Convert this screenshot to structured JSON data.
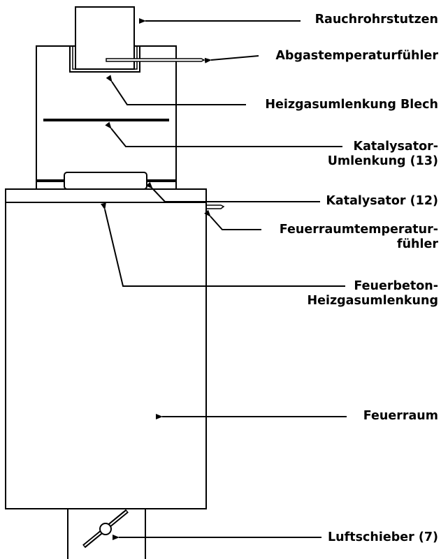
{
  "colors": {
    "stroke": "#000000",
    "fill": "#ffffff"
  },
  "labels": {
    "rauchrohrstutzen": "Rauchrohrstutzen",
    "abgastemperaturfuehler": "Abgastemperaturfühler",
    "heizgasumlenkung_blech": "Heizgasumlenkung Blech",
    "katalysator_umlenkung": [
      "Katalysator-",
      "Umlenkung (13)"
    ],
    "katalysator": "Katalysator (12)",
    "feuerraumtemperaturfuehler": [
      "Feuerraumtemperatur-",
      "fühler"
    ],
    "feuerbeton_heizgasumlenkung": [
      "Feuerbeton-",
      "Heizgasumlenkung"
    ],
    "feuerraum": "Feuerraum",
    "luftschieber": "Luftschieber (7)"
  }
}
